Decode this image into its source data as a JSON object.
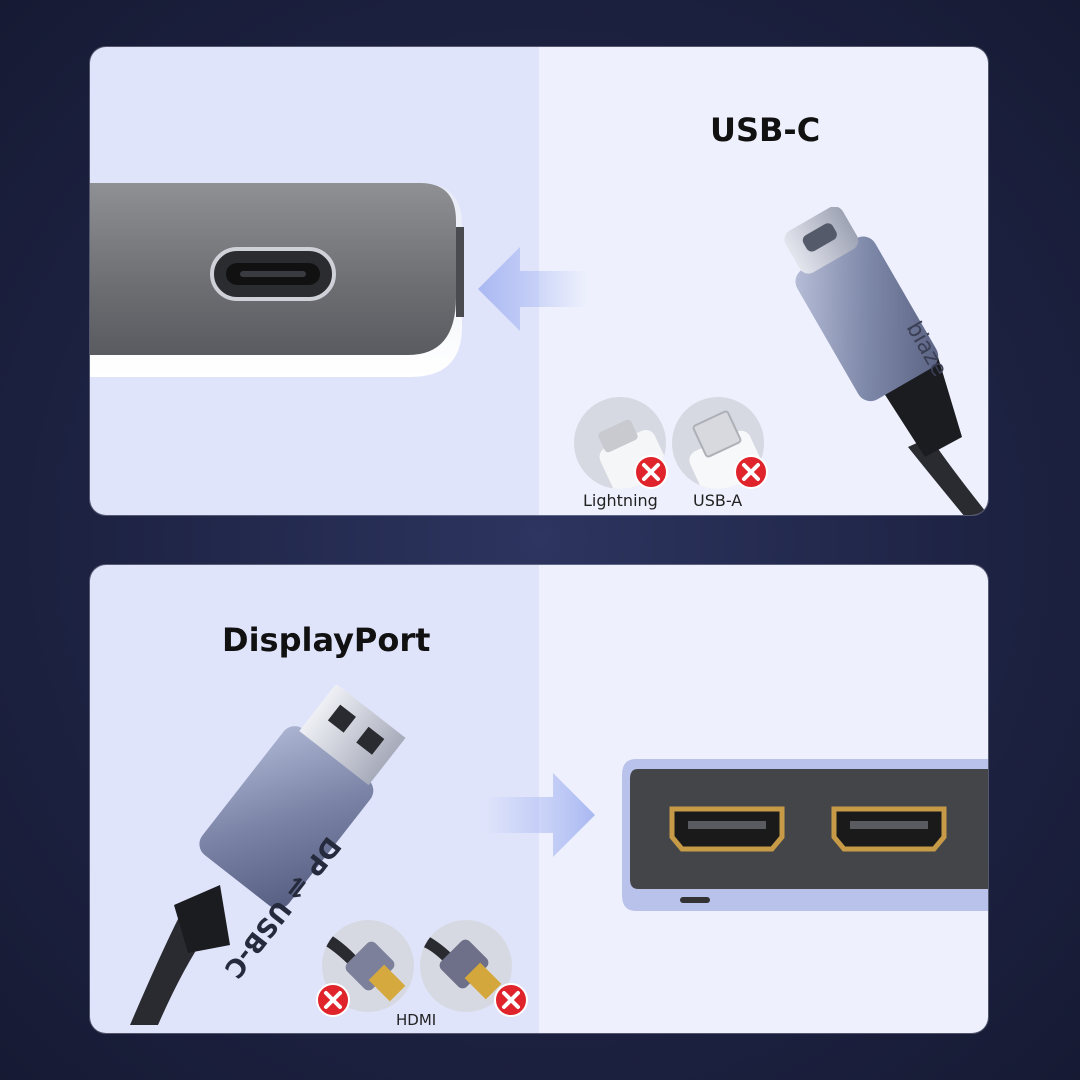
{
  "top_panel": {
    "title": "USB-C",
    "cable_brand": "biaze",
    "incompatible": [
      {
        "label": "Lightning",
        "icon": "lightning-connector-icon"
      },
      {
        "label": "USB-A",
        "icon": "usb-a-connector-icon"
      }
    ]
  },
  "bottom_panel": {
    "title": "DisplayPort",
    "cable_print": "DP ⇌ USB-C",
    "incompatible_label": "HDMI",
    "incompatible_icons": [
      "hdmi-8k-connector-icon",
      "hdmi-gold-connector-icon"
    ]
  },
  "colors": {
    "background": "#1d2242",
    "panel_left": "#dfe4fb",
    "panel_right": "#eef1fd",
    "arrow": "#a9b8f2",
    "cross_badge": "#e0242c"
  }
}
